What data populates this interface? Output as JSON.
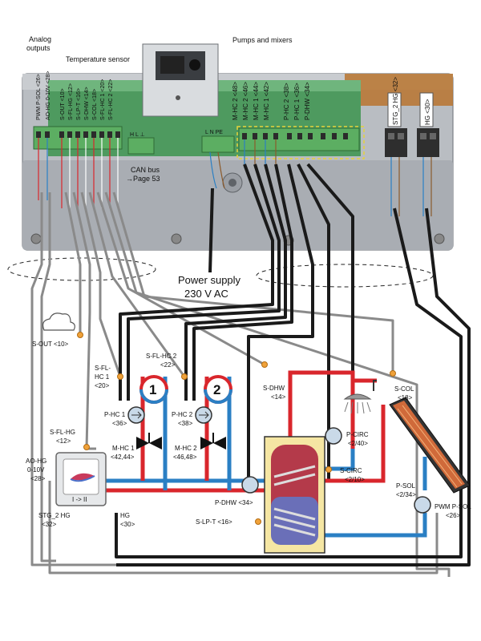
{
  "header": {
    "analog_line1": "Analog",
    "analog_line2": "outputs",
    "temp_sensor": "Temperature sensor",
    "pumps_mixers": "Pumps and mixers"
  },
  "controller": {
    "left_terminals": [
      "PWM P-SOL <26>",
      "AO-HG 0-10V <28>",
      "S-OUT <10>",
      "S-FL-HG <12>",
      "S-LP-T <16>",
      "S-DHW <14>",
      "S-COL <18>",
      "S-FL-HC 1 <20>",
      "S-FL-HC 2 <22>"
    ],
    "can_pins": "H  L  ⊥",
    "can_line1": "CAN bus",
    "can_line2": "→Page 53",
    "power_pins": "L  N  PE",
    "pump_terminals": [
      "M-HC 2 <48>",
      "M-HC 2 <46>",
      "M-HC 1 <44>",
      "M-HC 1 <42>",
      "P-HC 2 <38>",
      "P-HC 1 <36>",
      "P-DHW <34>"
    ],
    "relay_terminals": [
      "STG_2 HG <32>",
      "HG <30>"
    ]
  },
  "power": {
    "line1": "Power supply",
    "line2": "230 V AC"
  },
  "components": {
    "s_out": "S-OUT <10>",
    "s_fl_hc1_l1": "S-FL-",
    "s_fl_hc1_l2": "HC 1",
    "s_fl_hc1_l3": "<20>",
    "s_fl_hc2_l1": "S-FL-HC 2",
    "s_fl_hc2_l2": "<22>",
    "circuit1": "1",
    "circuit2": "2",
    "p_hc1_l1": "P-HC 1",
    "p_hc1_l2": "<36>",
    "p_hc2_l1": "P-HC 2",
    "p_hc2_l2": "<38>",
    "m_hc1_l1": "M-HC 1",
    "m_hc1_l2": "<42,44>",
    "m_hc2_l1": "M-HC 2",
    "m_hc2_l2": "<46,48>",
    "s_fl_hg_l1": "S-FL-HG",
    "s_fl_hg_l2": "<12>",
    "ao_hg_l1": "AO-HG",
    "ao_hg_l2": "0-10V",
    "ao_hg_l3": "<28>",
    "boiler_label": "I -> II",
    "stg2_l1": "STG_2 HG",
    "stg2_l2": "<32>",
    "hg_l1": "HG",
    "hg_l2": "<30>",
    "s_dhw_l1": "S-DHW",
    "s_dhw_l2": "<14>",
    "p_circ_l1": "P-CIRC",
    "p_circ_l2": "<2/40>",
    "s_circ_l1": "S-CIRC",
    "s_circ_l2": "<2/10>",
    "p_dhw": "P-DHW <34>",
    "s_lp_t": "S-LP-T <16>",
    "s_col_l1": "S-COL",
    "s_col_l2": "<18>",
    "p_sol_l1": "P-SOL",
    "p_sol_l2": "<2/34>",
    "pwm_l1": "PWM P-SOL",
    "pwm_l2": "<26>"
  },
  "colors": {
    "supply": "#d9262c",
    "return": "#2a7fc4",
    "cable_dark": "#1a1a1a",
    "cable_grey": "#8a8a8a",
    "housing": "#b9bdc2",
    "terminal_green": "#6cbf6c"
  }
}
